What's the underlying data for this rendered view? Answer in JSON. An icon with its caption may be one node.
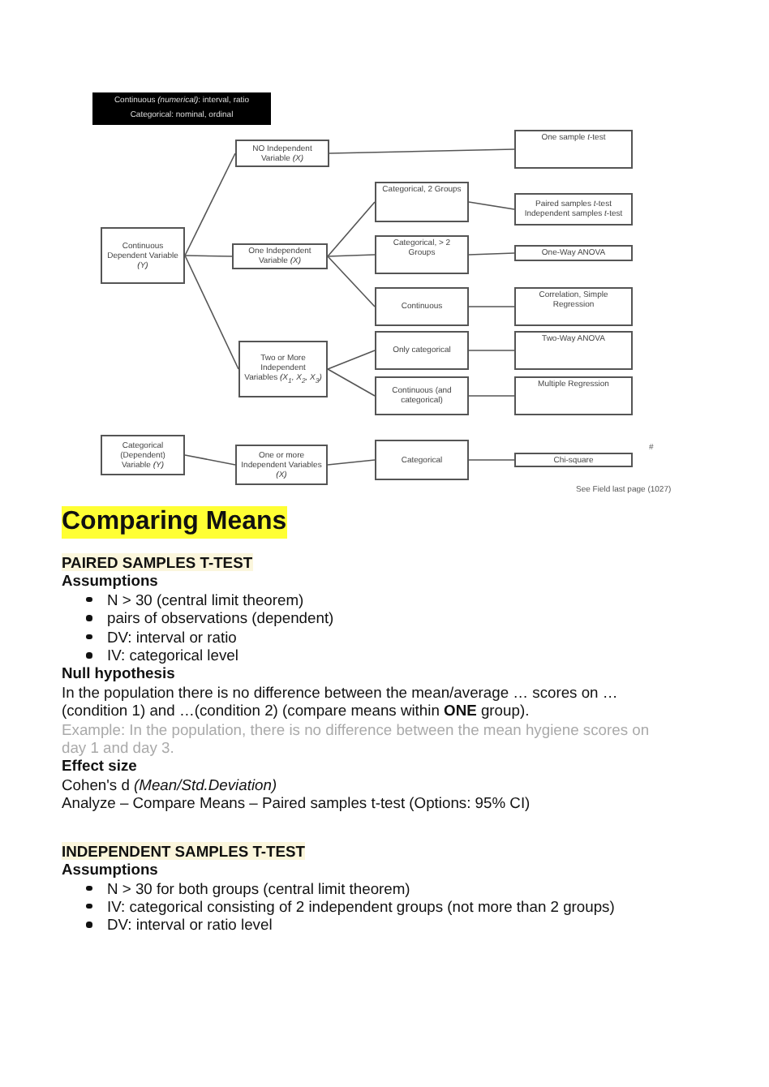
{
  "diagram": {
    "nodes": [
      {
        "text": [
          "Continuous *(numerical)*: interval, ratio",
          "Categorical: nominal, ordinal"
        ]
      },
      {
        "text": [
          "Continuous Dependent Variable *(Y)*"
        ]
      },
      {
        "text": [
          "NO Independent Variable *(X)*"
        ]
      },
      {
        "text": [
          "One Independent Variable *(X)*"
        ]
      },
      {
        "text": [
          "Two or More Independent Variables *(X$_{1}$, X$_{2}$, X$_{3}$)*"
        ]
      },
      {
        "text": [
          "Categorical, 2 Groups"
        ]
      },
      {
        "text": [
          "Categorical, > 2 Groups"
        ]
      },
      {
        "text": [
          "Continuous"
        ]
      },
      {
        "text": [
          "Only categorical"
        ]
      },
      {
        "text": [
          "Continuous (and categorical)"
        ]
      },
      {
        "text": [
          "One sample *t*-test"
        ]
      },
      {
        "text": [
          "Paired samples *t*-test",
          "Independent samples *t*-test"
        ]
      },
      {
        "text": [
          "One-Way ANOVA"
        ]
      },
      {
        "text": [
          "Correlation, Simple Regression"
        ]
      },
      {
        "text": [
          "Two-Way ANOVA"
        ]
      },
      {
        "text": [
          "Multiple Regression"
        ]
      },
      {
        "text": [
          "Categorical (Dependent) Variable *(Y)*"
        ]
      },
      {
        "text": [
          "One or more Independent Variables *(X)*"
        ]
      },
      {
        "text": [
          "Categorical"
        ]
      },
      {
        "text": [
          "Chi-square"
        ]
      }
    ],
    "edges": [
      {
        "from": 1,
        "to": 2,
        "arrow": "none"
      },
      {
        "from": 1,
        "to": 3,
        "arrow": "none"
      },
      {
        "from": 1,
        "to": 4,
        "arrow": "none"
      },
      {
        "from": 3,
        "to": 5,
        "arrow": "none"
      },
      {
        "from": 3,
        "to": 6,
        "arrow": "none"
      },
      {
        "from": 3,
        "to": 7,
        "arrow": "none"
      },
      {
        "from": 4,
        "to": 8,
        "arrow": "none"
      },
      {
        "from": 4,
        "to": 9,
        "arrow": "none"
      },
      {
        "from": 2,
        "to": 10,
        "arrow": "none"
      },
      {
        "from": 5,
        "to": 11,
        "arrow": "none"
      },
      {
        "from": 6,
        "to": 12,
        "arrow": "none"
      },
      {
        "from": 7,
        "to": 13,
        "arrow": "none"
      },
      {
        "from": 8,
        "to": 14,
        "arrow": "none"
      },
      {
        "from": 9,
        "to": 15,
        "arrow": "none"
      },
      {
        "from": 16,
        "to": 17,
        "arrow": "none"
      },
      {
        "from": 17,
        "to": 18,
        "arrow": "none"
      },
      {
        "from": 18,
        "to": 19,
        "arrow": "none"
      }
    ],
    "labels": [
      "#",
      "See Field last page (1027)",
      "Comparing Means",
      "PAIRED SAMPLES T-TEST",
      "Assumptions",
      "N > 30 (central limit theorem)",
      "pairs of observations (dependent)",
      "DV: interval or ratio",
      "IV: categorical level",
      "Null hypothesis",
      "In the population there is no difference between the mean/average … scores on …(condition 1) and …(condition 2) (compare means within **ONE** group).",
      "Example: In the population, there is no difference between the mean hygiene scores on day 1 and day 3.",
      "Effect size",
      "Cohen's d *(Mean/Std.Deviation)*",
      "Analyze – Compare Means – Paired samples t-test (Options: 95% CI)",
      "INDEPENDENT SAMPLES T-TEST",
      "Assumptions",
      "N > 30 for both groups (central limit theorem)",
      "IV: categorical consisting of 2 independent groups (not more than 2 groups)",
      "DV: interval or ratio level"
    ]
  }
}
